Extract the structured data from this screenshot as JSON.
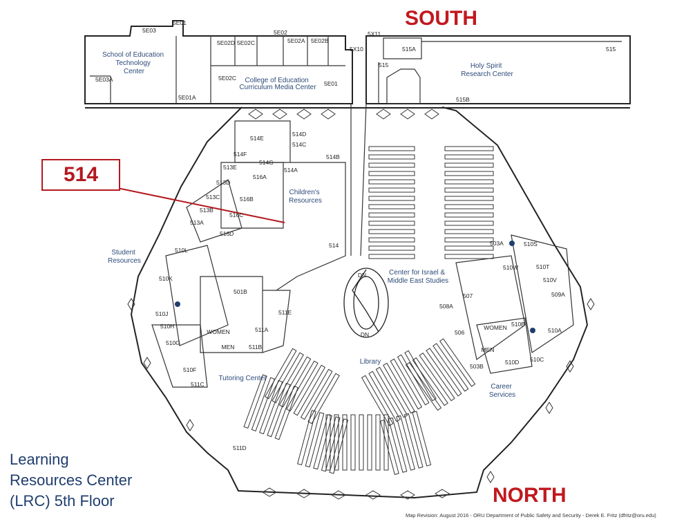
{
  "map": {
    "title_lines": [
      "Learning",
      "Resources Center",
      "(LRC) 5th Floor"
    ],
    "compass_south": "SOUTH",
    "compass_north": "NORTH",
    "callout_label": "514",
    "credit": "Map Revision: August 2016 - ORU Department of Public Safety and Security - Derek E. Fritz (dfritz@oru.edu)",
    "areas": {
      "school_education": [
        "School of Education",
        "Technology",
        "Center"
      ],
      "college_education": [
        "College of Education",
        "Curriculum Media Center"
      ],
      "holy_spirit": [
        "Holy Spirit",
        "Research Center"
      ],
      "childrens": [
        "Children's",
        "Resources"
      ],
      "student_resources": [
        "Student",
        "Resources"
      ],
      "center_israel": [
        "Center for Israel &",
        "Middle East Studies"
      ],
      "library": "Library",
      "tutoring": "Tutoring Center",
      "career": [
        "Career",
        "Services"
      ],
      "women_left": "WOMEN",
      "men_left": "MEN",
      "women_right": "WOMEN",
      "men_right": "MEN",
      "dn_top": "DN",
      "dn_bottom": "DN"
    },
    "rooms": [
      "5E03",
      "5E01",
      "5E02",
      "5X11",
      "5X10",
      "515A",
      "515",
      "515",
      "5E03A",
      "5E01A",
      "5E02D",
      "5E02C",
      "5E02A",
      "5E02B",
      "5E02C",
      "5E01",
      "515B",
      "514D",
      "514E",
      "514C",
      "514B",
      "514F",
      "514G",
      "513E",
      "516A",
      "514A",
      "513D",
      "513C",
      "516B",
      "513B",
      "516C",
      "513A",
      "516D",
      "514",
      "510L",
      "510K",
      "510J",
      "510H",
      "510G",
      "510F",
      "511C",
      "511D",
      "501B",
      "511E",
      "511A",
      "511B",
      "510S",
      "503A",
      "510W",
      "510T",
      "510V",
      "509A",
      "507",
      "508A",
      "510B",
      "510A",
      "506",
      "503B",
      "510D",
      "510C"
    ]
  }
}
